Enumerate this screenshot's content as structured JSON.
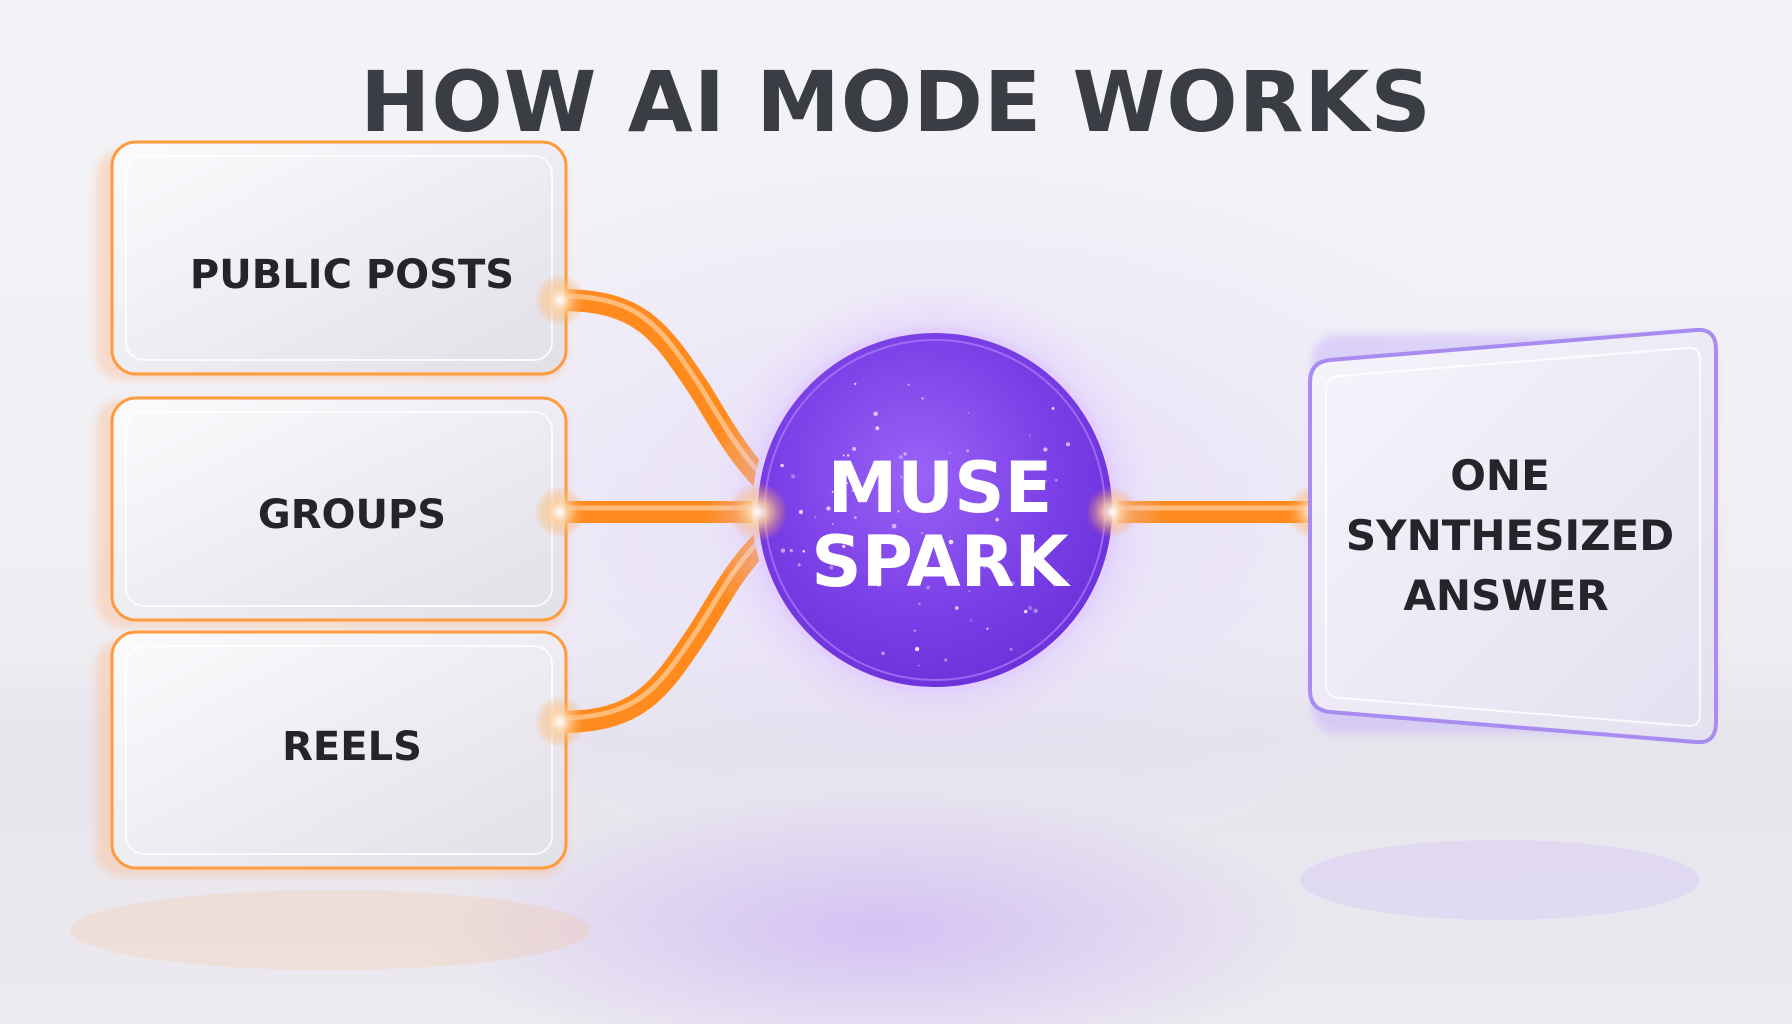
{
  "title": "HOW AI MODE WORKS",
  "sources": [
    {
      "id": "public-posts",
      "label": "PUBLIC POSTS"
    },
    {
      "id": "groups",
      "label": "GROUPS"
    },
    {
      "id": "reels",
      "label": "REELS"
    }
  ],
  "hub": {
    "lines": [
      "MUSE",
      "SPARK"
    ]
  },
  "output": {
    "lines": [
      "ONE",
      "SYNTHESIZED",
      "ANSWER"
    ]
  },
  "colors": {
    "connector": "#ff8a1e",
    "source_border": "#ff9a3d",
    "hub": "#8a4cf0",
    "output_border": "#a98cf0",
    "title": "#3b3d44"
  }
}
